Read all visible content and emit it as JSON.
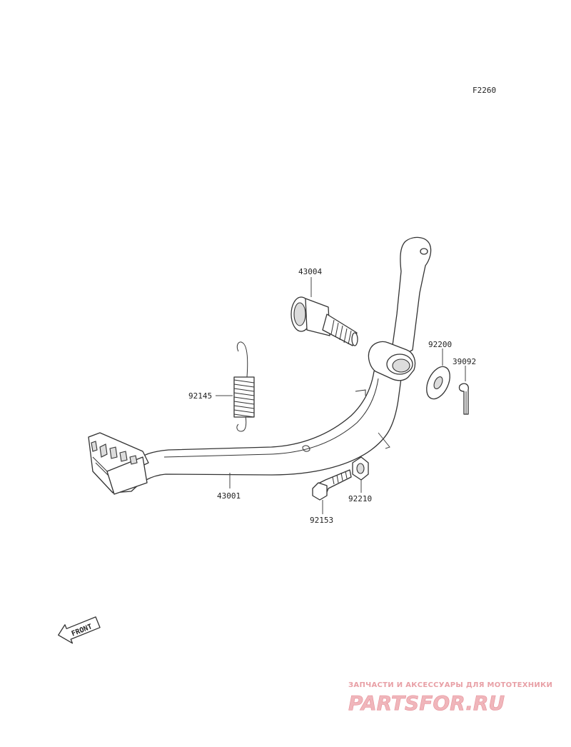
{
  "diagram": {
    "ref_code": "F2260",
    "parts": {
      "rod_43004": "43004",
      "spring_92145": "92145",
      "pedal_43001": "43001",
      "washer_92200": "92200",
      "pin_39092": "39092",
      "nut_92210": "92210",
      "bolt_92153": "92153"
    },
    "front_arrow_label": "FRONT"
  },
  "watermark": {
    "tagline": "ЗАПЧАСТИ И АКСЕССУАРЫ ДЛЯ МОТОТЕХНИКИ",
    "brand": "PARTSFOR.RU",
    "tagline_color": "#e8a0a6",
    "brand_color": "#f0b6bb"
  }
}
